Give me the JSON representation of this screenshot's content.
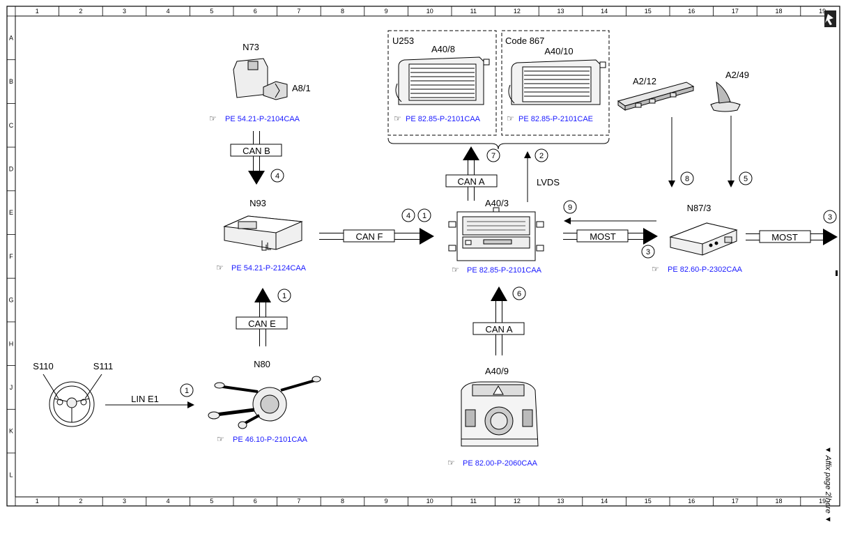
{
  "grid": {
    "columns": [
      "1",
      "2",
      "3",
      "4",
      "5",
      "6",
      "7",
      "8",
      "9",
      "10",
      "11",
      "12",
      "13",
      "14",
      "15",
      "16",
      "17",
      "18",
      "19"
    ],
    "rows": [
      "A",
      "B",
      "C",
      "D",
      "E",
      "F",
      "G",
      "H",
      "J",
      "K",
      "L"
    ]
  },
  "components": {
    "n73": {
      "code": "N73",
      "ref": "PE 54.21-P-2104CAA",
      "sub": "A8/1"
    },
    "n93": {
      "code": "N93",
      "ref": "PE 54.21-P-2124CAA"
    },
    "n80": {
      "code": "N80",
      "ref": "PE 46.10-P-2101CAA"
    },
    "a40_3": {
      "code": "A40/3",
      "ref": "PE 82.85-P-2101CAA"
    },
    "a40_8": {
      "code": "A40/8",
      "group": "U253",
      "ref": "PE 82.85-P-2101CAA"
    },
    "a40_10": {
      "code": "A40/10",
      "group": "Code 867",
      "ref": "PE 82.85-P-2101CAE"
    },
    "a40_9": {
      "code": "A40/9",
      "ref": "PE 82.00-P-2060CAA"
    },
    "n87_3": {
      "code": "N87/3",
      "ref": "PE 82.60-P-2302CAA"
    },
    "a2_12": {
      "code": "A2/12"
    },
    "a2_49": {
      "code": "A2/49"
    },
    "s110": {
      "code": "S110"
    },
    "s111": {
      "code": "S111"
    }
  },
  "connections": {
    "can_b": "CAN B",
    "can_e": "CAN E",
    "can_f": "CAN F",
    "can_a_top": "CAN A",
    "can_a_bottom": "CAN A",
    "most_left": "MOST",
    "most_right": "MOST",
    "lvds": "LVDS",
    "lin_e1": "LIN E1"
  },
  "markers": {
    "m_can_b": "4",
    "m_can_e": "1",
    "m_can_f_a": "4",
    "m_can_f_b": "1",
    "m_can_a_top": "7",
    "m_lvds": "2",
    "m_can_a_bottom": "6",
    "m_lin": "1",
    "m_most_back": "9",
    "m_most_in": "3",
    "m_most_out": "3",
    "m_a2_12": "8",
    "m_a2_49": "5"
  },
  "side_note": "▼ Affix page 2 here ▼"
}
